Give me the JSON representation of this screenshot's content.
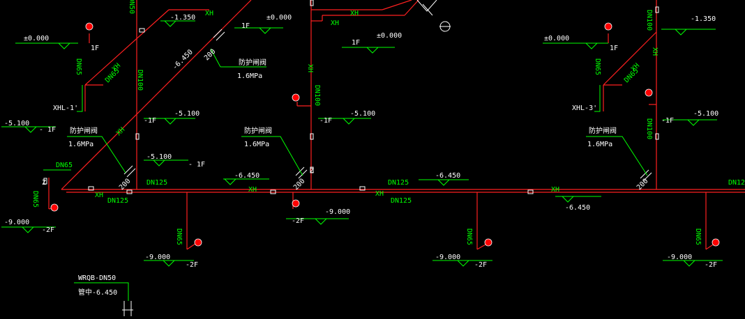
{
  "colors": {
    "background": "#000000",
    "pipe": "#ff2020",
    "annotation": "#00ff00",
    "text": "#ffffff",
    "hydrant": "#ff0000"
  },
  "labels": {
    "xh": "XH",
    "dn125": "DN125",
    "dn100": "DN100",
    "dn65": "DN65",
    "dn50": "DN50",
    "dim200": "200",
    "z": "Z",
    "floor_1f": "1F",
    "floor_m1f": "-1F",
    "floor_m2f": "-2F",
    "floor_m1f_sp": "- 1F",
    "el_pm0": "±0.000",
    "el_m1350": "-1.350",
    "el_m5100": "-5.100",
    "el_m6450": "-6.450",
    "el_m9000": "-9.000",
    "valve": "防护闸阀",
    "pressure": "1.6MPa",
    "xhl1": "XHL-1'",
    "xhl3": "XHL-3'",
    "wrqb": "WRQB-DN50",
    "pipe_center": "管中-6.450"
  }
}
